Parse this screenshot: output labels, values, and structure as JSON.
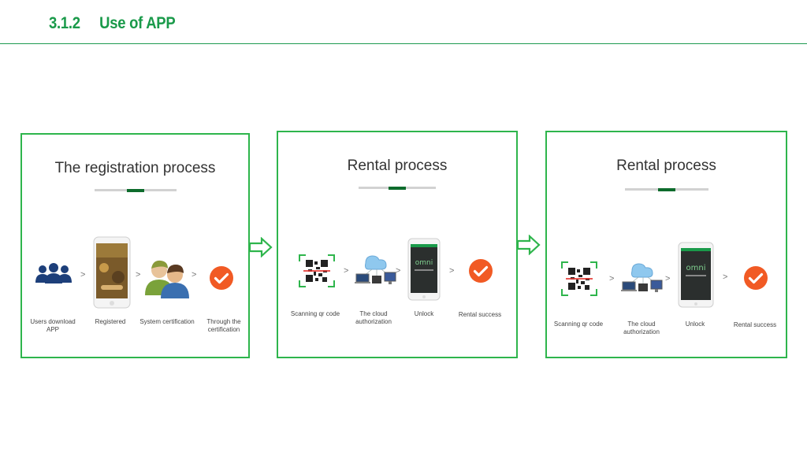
{
  "header": {
    "title": "3.1.2     Use of APP"
  },
  "colors": {
    "green": "#2eb54c",
    "dark_green": "#0d6b2c",
    "orange": "#f15a24",
    "users_blue": "#1d3f7a"
  },
  "panels": [
    {
      "title": "The registration process",
      "steps": [
        {
          "label": "Users download\nAPP",
          "icon": "users-group-icon"
        },
        {
          "label": "Registered",
          "icon": "phone-registration-icon"
        },
        {
          "label": "System certification",
          "icon": "people-certification-icon"
        },
        {
          "label": "Through the\ncertification",
          "icon": "check-circle-icon"
        }
      ]
    },
    {
      "title": "Rental process",
      "steps": [
        {
          "label": "Scanning qr code",
          "icon": "qr-scan-icon"
        },
        {
          "label": "The cloud\nauthorization",
          "icon": "cloud-devices-icon"
        },
        {
          "label": "Unlock",
          "icon": "phone-unlock-icon"
        },
        {
          "label": "Rental success",
          "icon": "check-circle-icon"
        }
      ]
    },
    {
      "title": "Rental process",
      "steps": [
        {
          "label": "Scanning qr code",
          "icon": "qr-scan-icon"
        },
        {
          "label": "The cloud\nauthorization",
          "icon": "cloud-devices-icon"
        },
        {
          "label": "Unlock",
          "icon": "phone-unlock-icon"
        },
        {
          "label": "Rental success",
          "icon": "check-circle-icon"
        }
      ]
    }
  ],
  "separator_glyph": ">",
  "phone_brand": "omni"
}
